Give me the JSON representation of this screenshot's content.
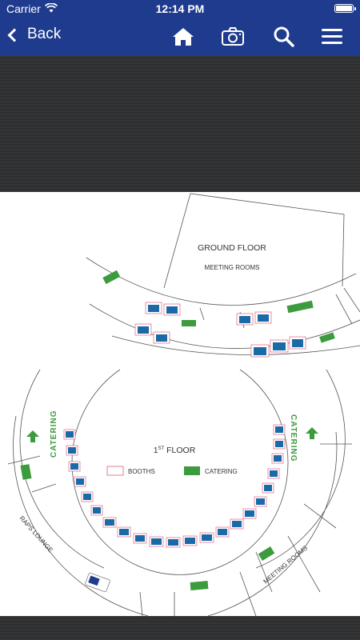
{
  "status_bar": {
    "carrier": "Carrier",
    "time": "12:14 PM"
  },
  "nav": {
    "back_label": "Back",
    "icons": [
      "home-icon",
      "camera-icon",
      "search-icon",
      "menu-icon"
    ]
  },
  "floor_map": {
    "ground_floor": {
      "title": "GROUND FLOOR",
      "subtitle": "MEETING ROOMS"
    },
    "first_floor": {
      "title": "1ST FLOOR",
      "title_main": "1",
      "title_sup": "ST",
      "title_rest": " FLOOR"
    },
    "legend": {
      "booths": "BOOTHS",
      "catering": "CATERING"
    },
    "labels": {
      "catering_left": "CATERING",
      "catering_right": "CATERING",
      "raps_lounge": "RAPS LOUNGE",
      "meeting_rooms": "MEETING ROOMS"
    },
    "colors": {
      "catering": "#3c9b3c",
      "booth_fill": "#1a6aa8",
      "booth_border": "#d24a6a",
      "nav": "#1f3b8e"
    }
  }
}
